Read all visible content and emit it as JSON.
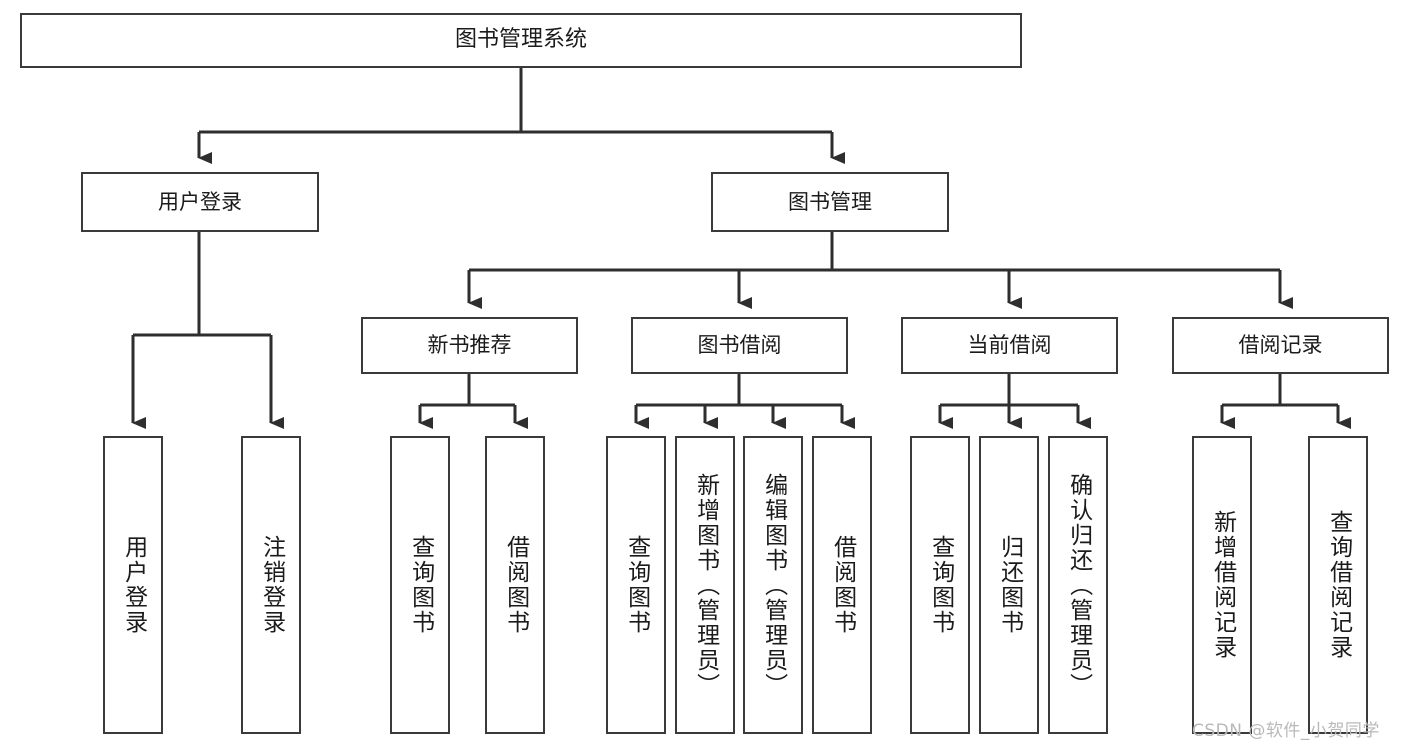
{
  "diagram": {
    "type": "tree",
    "title": "图书管理系统",
    "orientation": "top-down",
    "colors": {
      "box_border": "#3a3a3a",
      "box_fill": "#ffffff",
      "connector": "#2e2e2e",
      "text": "#1b1b1b",
      "watermark": "#b9b9b9"
    },
    "root": {
      "label": "图书管理系统"
    },
    "level2": [
      {
        "label": "用户登录"
      },
      {
        "label": "图书管理"
      }
    ],
    "level3": [
      {
        "label": "新书推荐"
      },
      {
        "label": "图书借阅"
      },
      {
        "label": "当前借阅"
      },
      {
        "label": "借阅记录"
      }
    ],
    "leaves": [
      {
        "label": "用户登录",
        "parent": "用户登录"
      },
      {
        "label": "注销登录",
        "parent": "用户登录"
      },
      {
        "label": "查询图书",
        "parent": "新书推荐"
      },
      {
        "label": "借阅图书",
        "parent": "新书推荐"
      },
      {
        "label": "查询图书",
        "parent": "图书借阅"
      },
      {
        "label": "新增图书（管理员）",
        "parent": "图书借阅"
      },
      {
        "label": "编辑图书（管理员）",
        "parent": "图书借阅"
      },
      {
        "label": "借阅图书",
        "parent": "图书借阅"
      },
      {
        "label": "查询图书",
        "parent": "当前借阅"
      },
      {
        "label": "归还图书",
        "parent": "当前借阅"
      },
      {
        "label": "确认归还（管理员）",
        "parent": "当前借阅"
      },
      {
        "label": "新增借阅记录",
        "parent": "借阅记录"
      },
      {
        "label": "查询借阅记录",
        "parent": "借阅记录"
      }
    ]
  },
  "watermark": {
    "text": "CSDN @软件_小贺同学"
  }
}
